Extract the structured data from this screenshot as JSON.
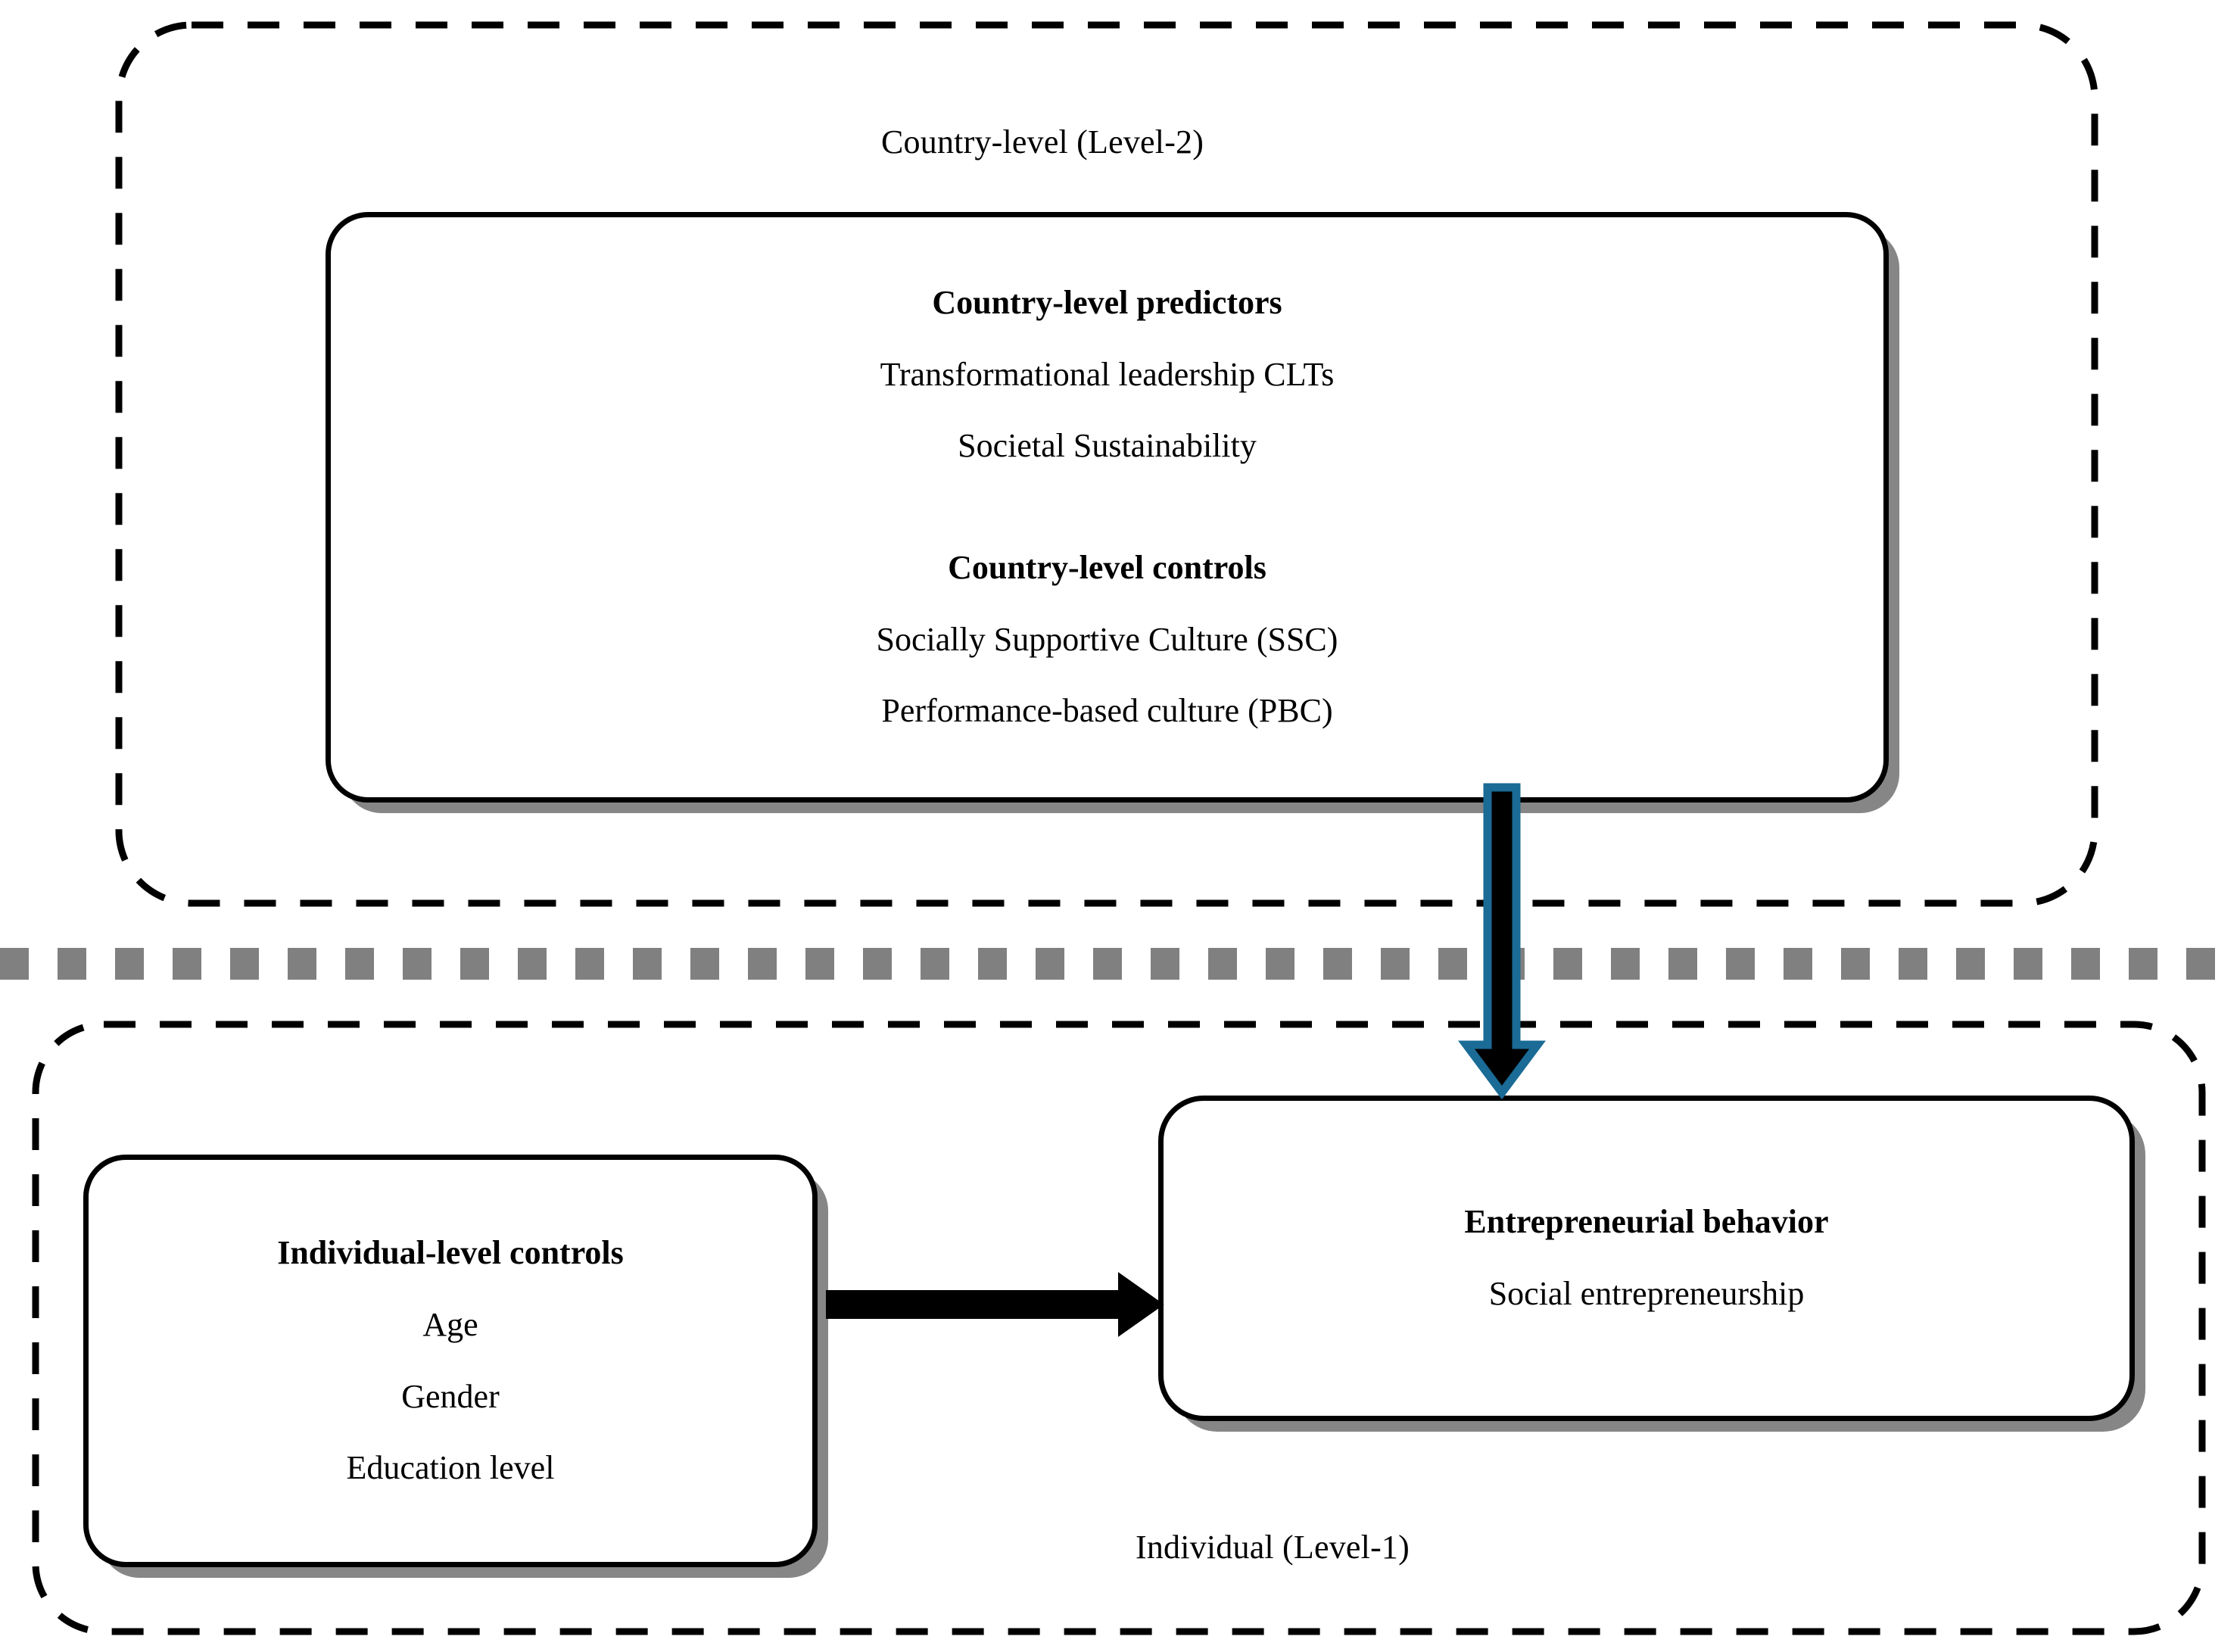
{
  "figure": {
    "type": "conceptual-model-diagram",
    "title_visible": false,
    "background_color": "#ffffff"
  },
  "levels": {
    "country": {
      "caption": "Country-level (Level-2)",
      "border_style": "dashed",
      "border_color": "#000000",
      "box": {
        "groups": [
          {
            "heading": "Country-level predictors",
            "items": [
              "Transformational leadership CLTs",
              "Societal Sustainability"
            ]
          },
          {
            "heading": "Country-level controls",
            "items": [
              "Socially Supportive Culture (SSC)",
              "Performance-based culture (PBC)"
            ]
          }
        ]
      }
    },
    "individual": {
      "caption": "Individual (Level-1)",
      "border_style": "dashed",
      "border_color": "#000000",
      "controls_box": {
        "heading": "Individual-level controls",
        "items": [
          "Age",
          "Gender",
          "Education level"
        ]
      },
      "outcome_box": {
        "heading": "Entrepreneurial behavior",
        "items": [
          "Social entrepreneurship"
        ]
      }
    }
  },
  "separator": {
    "name": "level-separator",
    "style": "dashed",
    "color": "#808080",
    "dash_length": 38,
    "gap_length": 38,
    "thickness": 42
  },
  "arrows": [
    {
      "name": "country-to-entrepreneurial-behavior",
      "direction": "down",
      "fill_color": "#000000",
      "outline_color": "#1A6B96",
      "from": "Country-level predictors box",
      "to": "Entrepreneurial behavior box"
    },
    {
      "name": "individual-controls-to-entrepreneurial-behavior",
      "direction": "right",
      "fill_color": "#000000",
      "outline_color": "#000000",
      "from": "Individual-level controls box",
      "to": "Entrepreneurial behavior box"
    }
  ],
  "colors": {
    "ink": "#000000",
    "shadow": "#808080",
    "accent_blue": "#1A6B96",
    "separator_gray": "#808080"
  }
}
